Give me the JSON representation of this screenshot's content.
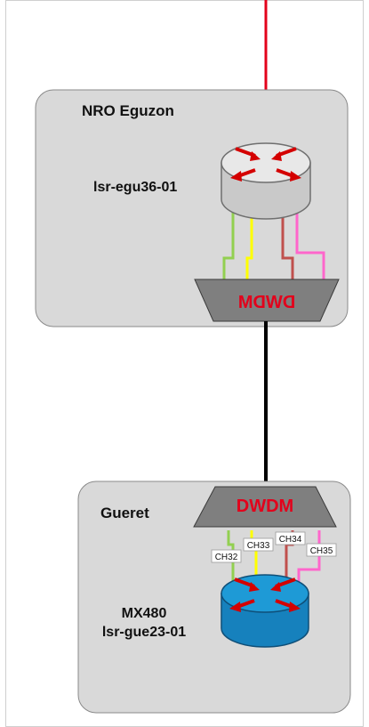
{
  "colors": {
    "uplink": "#e3001b",
    "trunk": "#000000",
    "site_fill": "#d9d9d9",
    "dwdm_fill": "#7f7f7f",
    "dwdm_text": "#e3001b",
    "router_top_egu": "#e8e8e8",
    "router_top_gue": "#1e9ad6",
    "arrow": "#d40000",
    "ch32": "#92d050",
    "ch33": "#ffff00",
    "ch34": "#c0504d",
    "ch35": "#ff66cc"
  },
  "site_top": {
    "title": "NRO Eguzon",
    "router": {
      "label": "lsr-egu36-01",
      "icon": "router-icon"
    },
    "mux": {
      "label": "DWDM",
      "mirrored": true
    }
  },
  "site_bottom": {
    "title": "Gueret",
    "router": {
      "label_line1": "MX480",
      "label_line2": "lsr-gue23-01",
      "icon": "router-icon"
    },
    "mux": {
      "label": "DWDM",
      "mirrored": false
    },
    "channels": [
      "CH32",
      "CH33",
      "CH34",
      "CH35"
    ]
  }
}
